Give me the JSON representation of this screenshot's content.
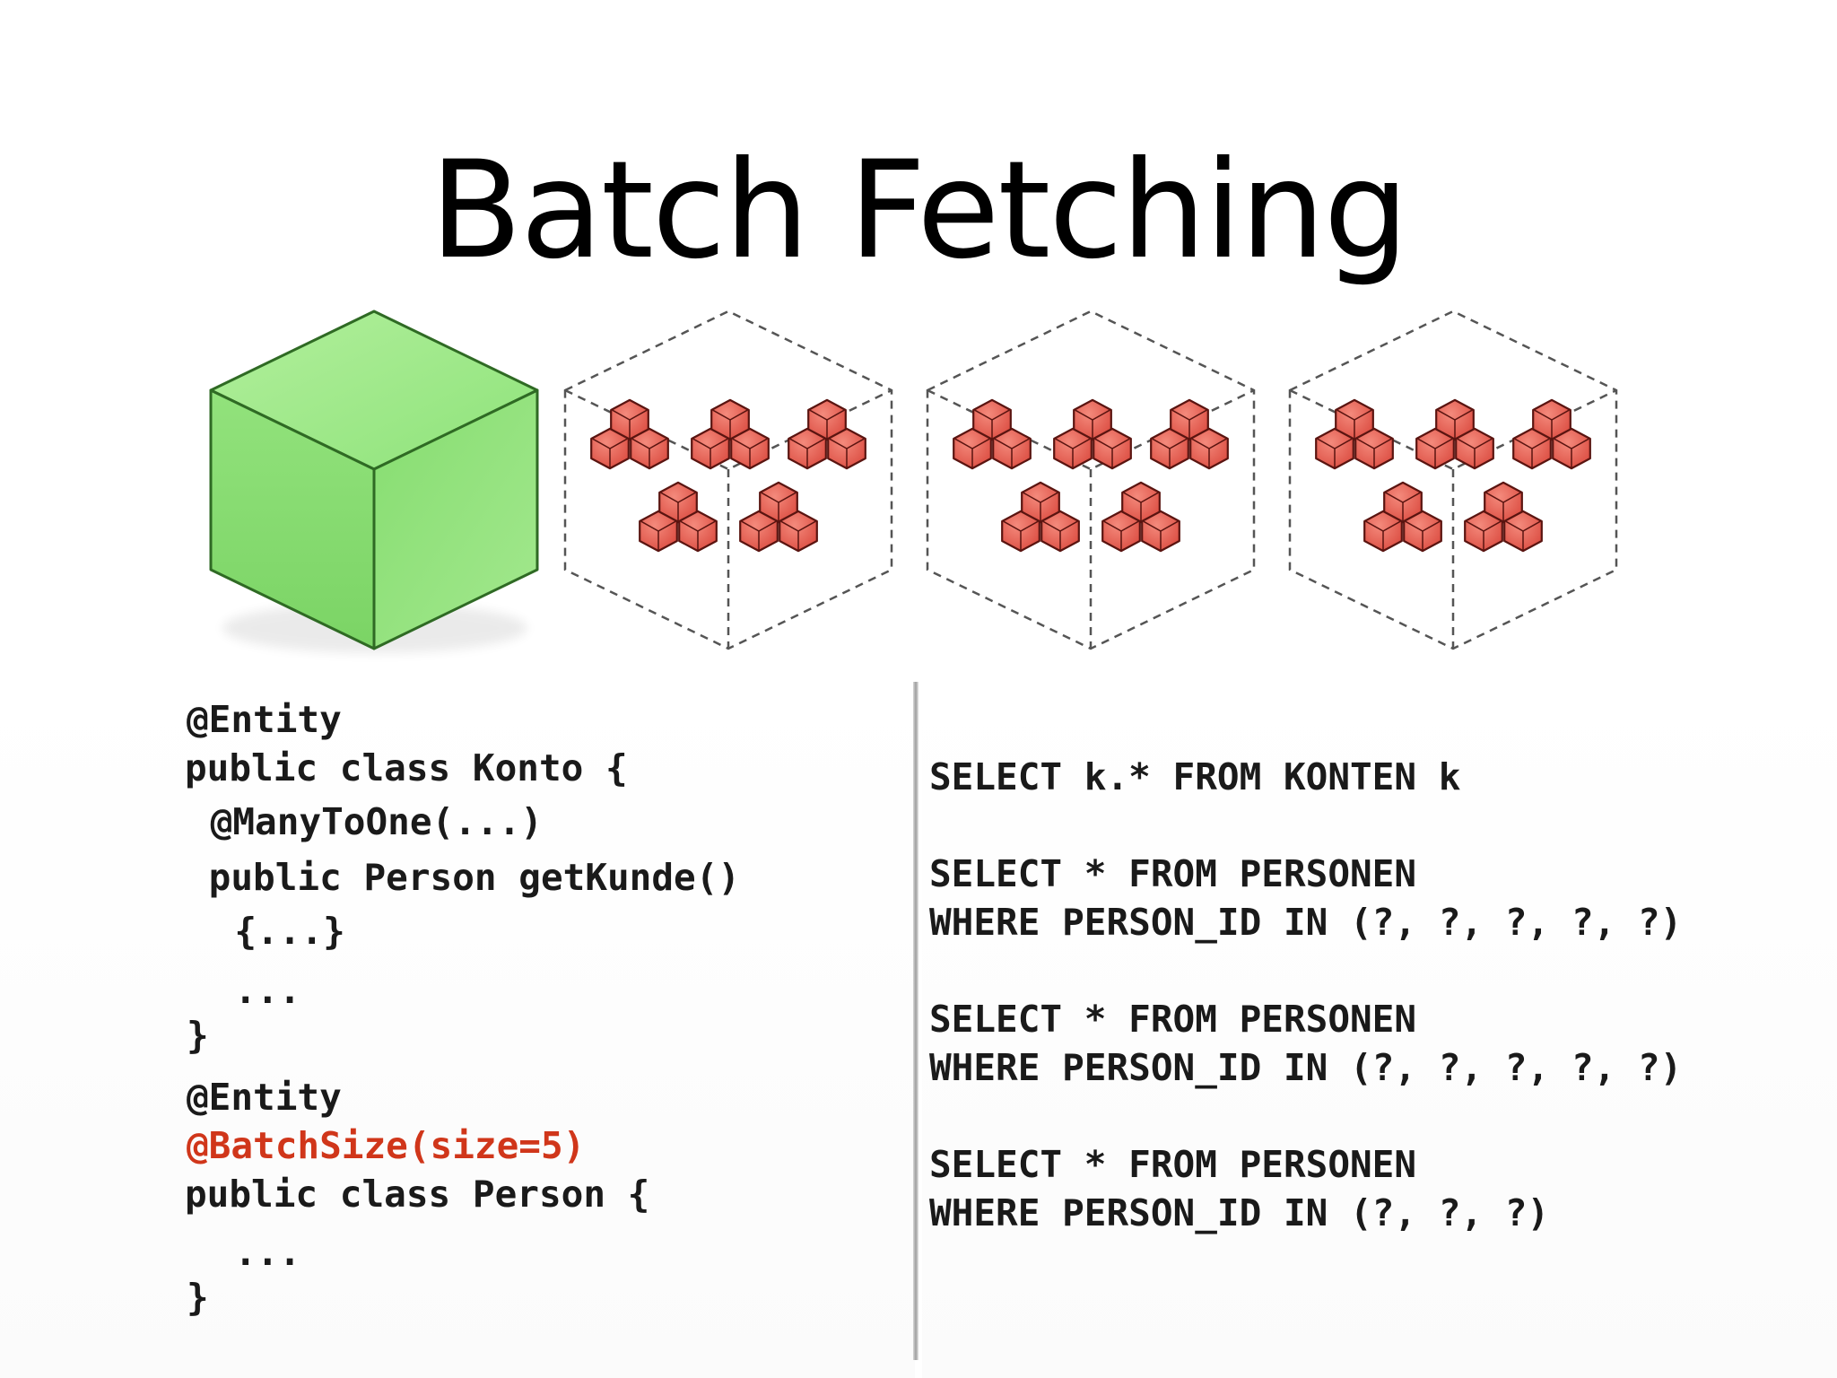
{
  "slide": {
    "title": "Batch Fetching"
  },
  "diagram": {
    "entity_cube": {
      "icon": "solid-green-cube-icon",
      "color": "#7fd86a"
    },
    "batch_groups": [
      {
        "icon": "dashed-cube-icon",
        "item_count": 5,
        "item_color": "#e65a50"
      },
      {
        "icon": "dashed-cube-icon",
        "item_count": 5,
        "item_color": "#e65a50"
      },
      {
        "icon": "dashed-cube-icon",
        "item_count": 5,
        "item_color": "#e65a50"
      }
    ]
  },
  "code": {
    "lines": [
      "@Entity",
      "public class Konto {",
      " @ManyToOne(...)",
      " public Person getKunde()",
      "  {...}",
      "  ...",
      "}",
      "@Entity",
      "@BatchSize(size=5)",
      "public class Person {",
      "  ...",
      "}"
    ],
    "highlight_color": "#d0361a"
  },
  "sql": {
    "lines": [
      "SELECT k.* FROM KONTEN k",
      "SELECT * FROM PERSONEN",
      "WHERE PERSON_ID IN (?, ?, ?, ?, ?)",
      "SELECT * FROM PERSONEN",
      "WHERE PERSON_ID IN (?, ?, ?, ?, ?)",
      "SELECT * FROM PERSONEN",
      "WHERE PERSON_ID IN (?, ?, ?)"
    ]
  }
}
